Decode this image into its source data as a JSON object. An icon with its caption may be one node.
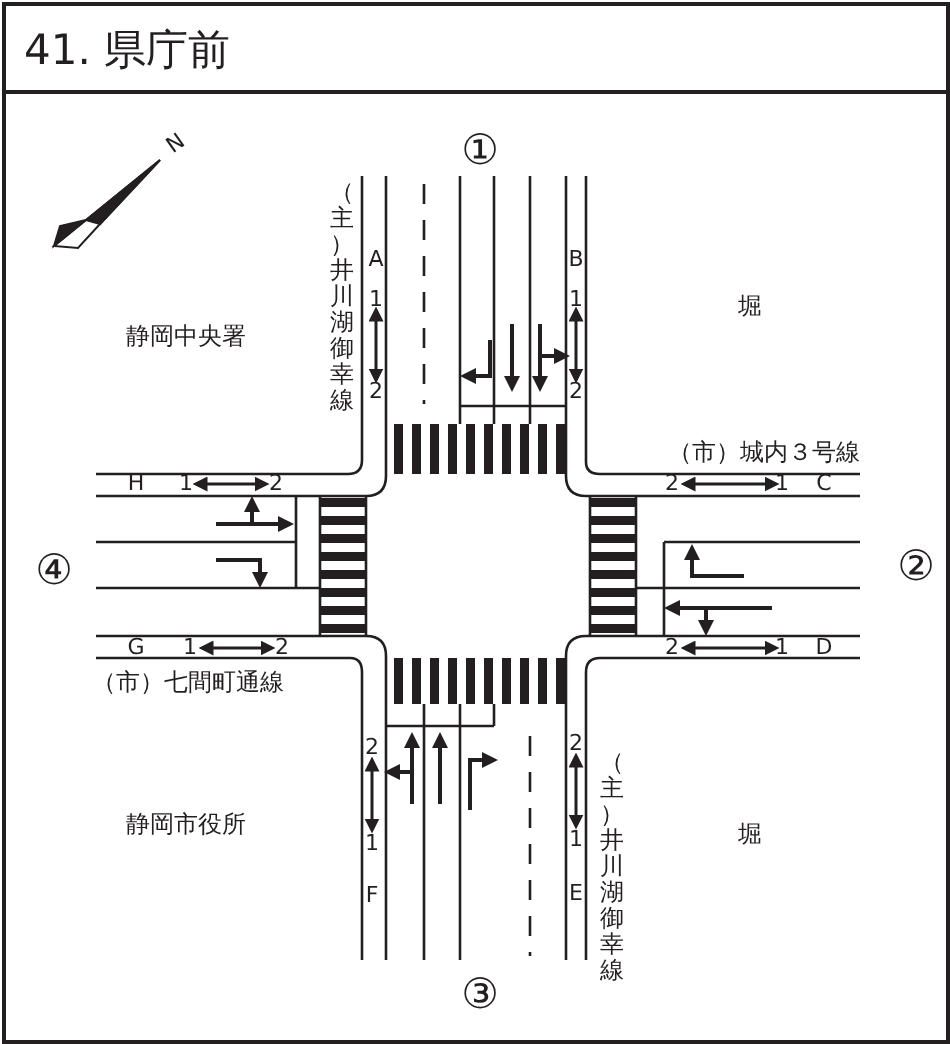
{
  "diagram": {
    "title": "41. 県庁前",
    "labels": [
      "N",
      "①",
      "（主）井川湖御幸線",
      "A",
      "1",
      "2",
      "B",
      "1",
      "2",
      "静岡中央署",
      "堀",
      "（市）城内３号線",
      "H",
      "1",
      "2",
      "2",
      "1",
      "C",
      "④",
      "②",
      "G",
      "1",
      "2",
      "2",
      "1",
      "D",
      "（市）七間町通線",
      "2",
      "1",
      "F",
      "2",
      "1",
      "E",
      "（主）井川湖御幸線",
      "静岡市役所",
      "堀",
      "③"
    ]
  }
}
